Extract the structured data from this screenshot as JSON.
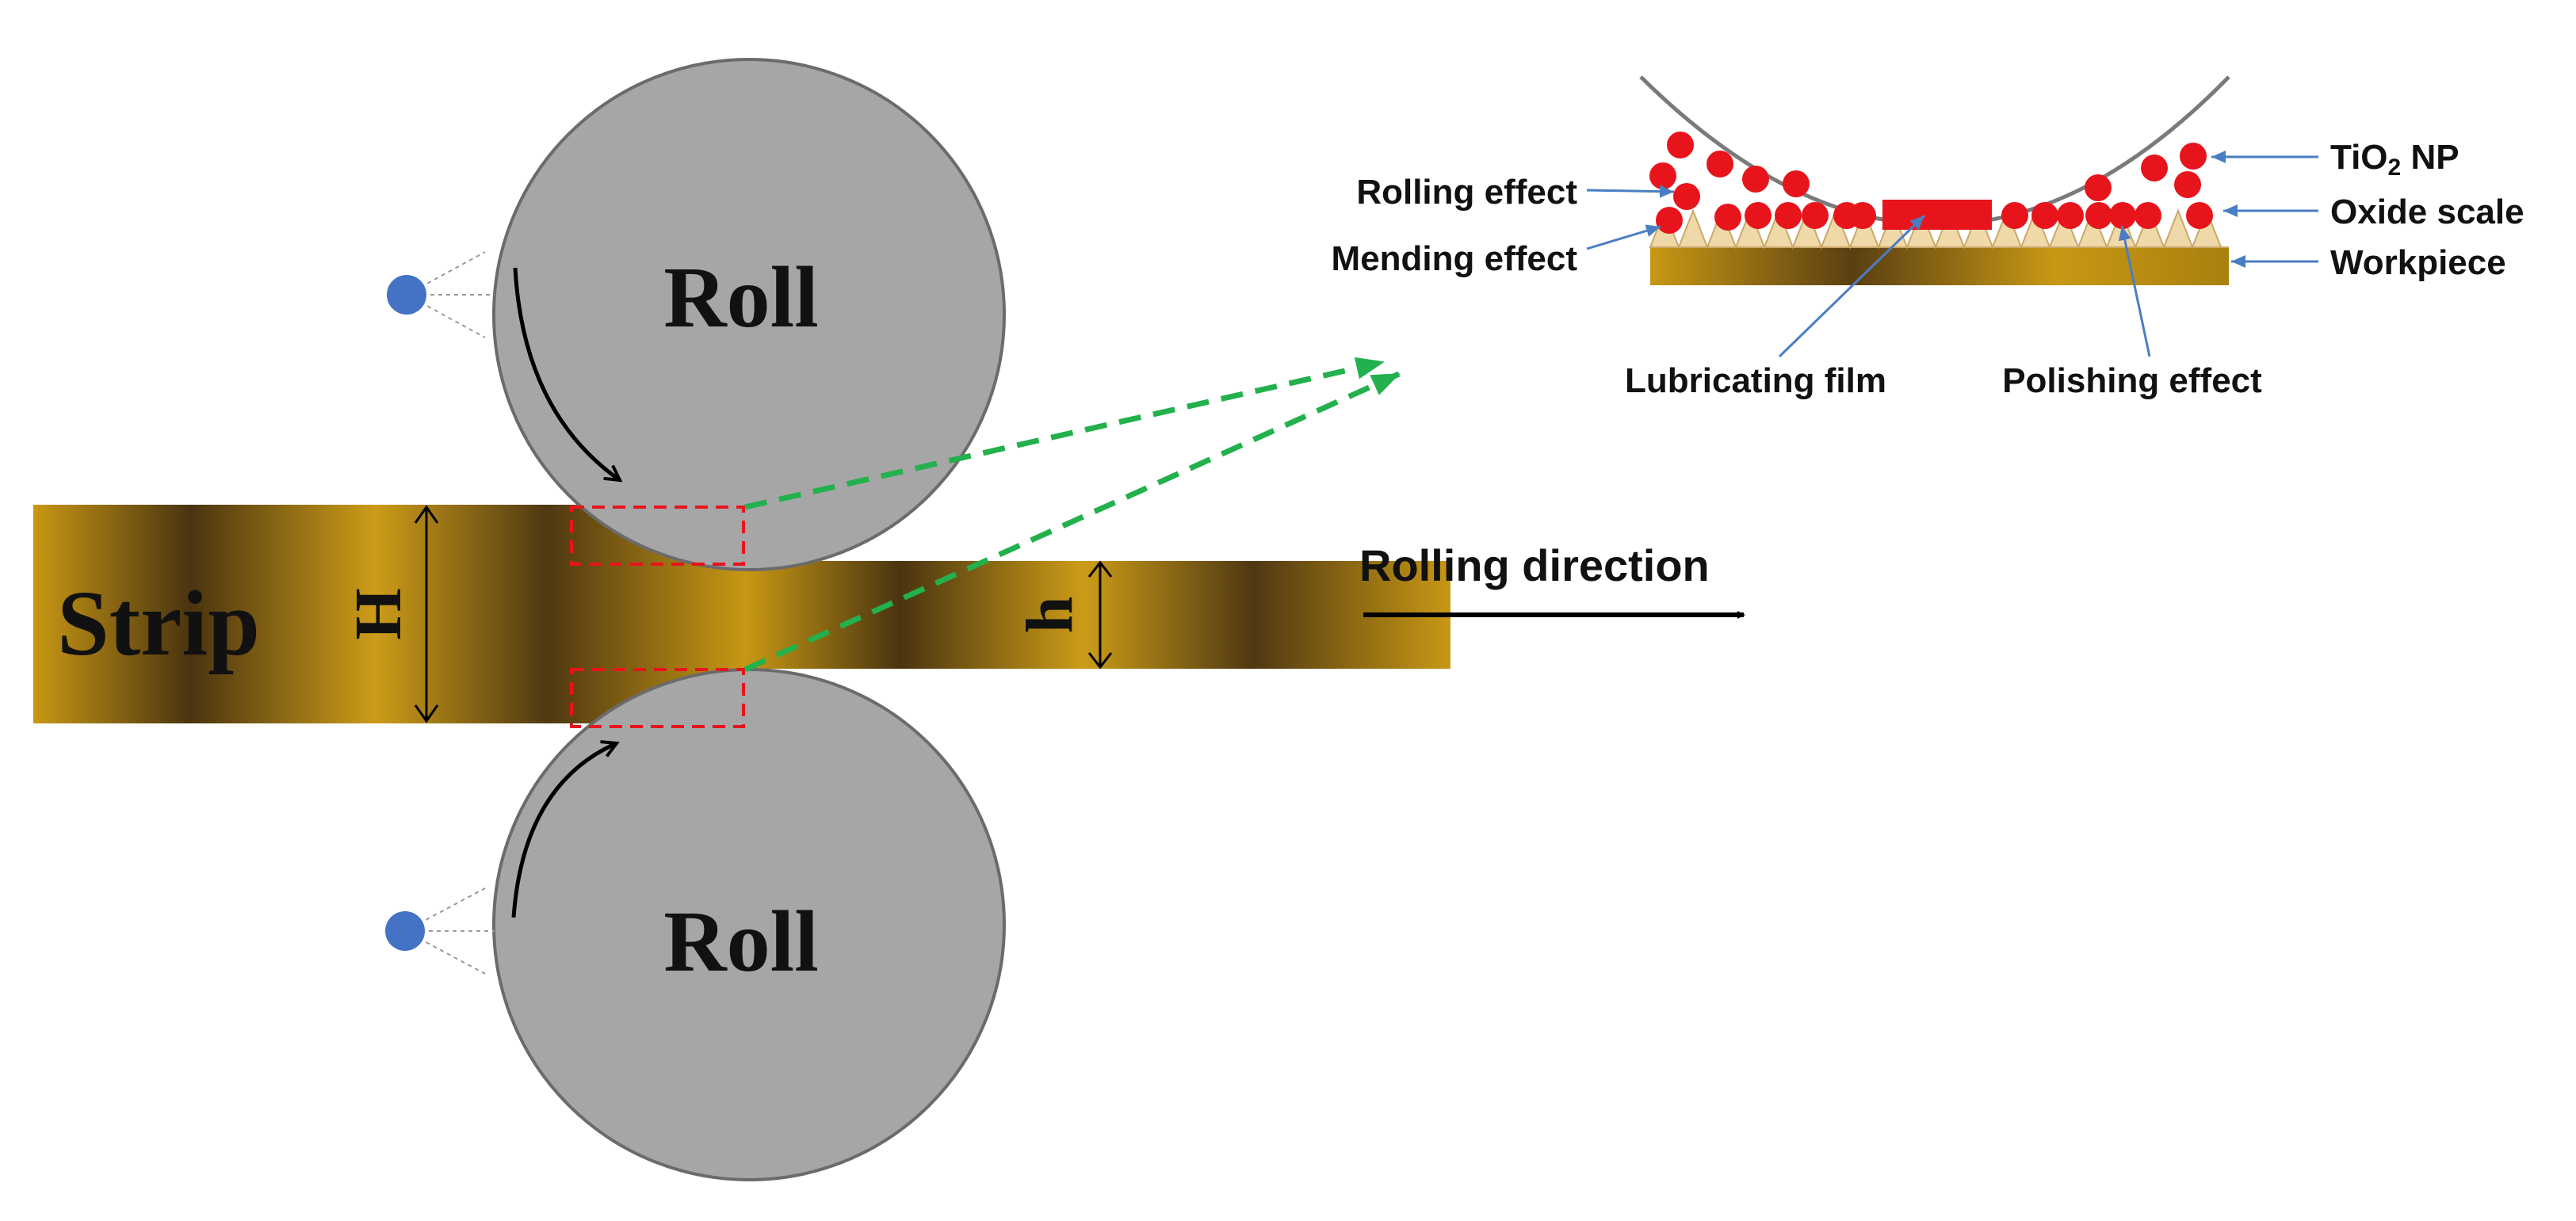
{
  "rolls": {
    "upper_label": "Roll",
    "lower_label": "Roll"
  },
  "strip": {
    "label": "Strip",
    "entry_thickness_label": "H",
    "exit_thickness_label": "h"
  },
  "rolling_direction": {
    "label": "Rolling direction"
  },
  "inset": {
    "tio2": {
      "prefix": "TiO",
      "subscript": "2",
      "suffix": " NP"
    },
    "labels": {
      "oxide_scale": "Oxide scale",
      "workpiece": "Workpiece",
      "rolling_effect": "Rolling effect",
      "mending_effect": "Mending effect",
      "lubricating_film": "Lubricating film",
      "polishing_effect": "Polishing effect"
    }
  },
  "colors": {
    "roll_fill": "#a6a6a6",
    "roll_stroke": "#6b6b6b",
    "strip_dark": "#4a3410",
    "strip_light": "#c99a14",
    "nanoparticle": "#e8141c",
    "guide_line": "#22b14c",
    "zone_box": "#e8141c",
    "leader_line": "#4a7ec4",
    "pivot": "#4472c4"
  }
}
